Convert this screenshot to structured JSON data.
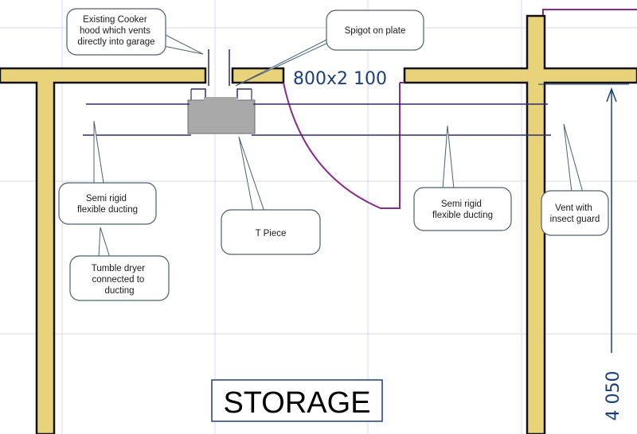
{
  "colors": {
    "wall_fill": "#e8d27a",
    "wall_stroke": "#111111",
    "grid": "#d8d8ee",
    "duct_line": "#2c2c6e",
    "door": "#8a2a8a",
    "dimension": "#1a3f7a",
    "tpiece": "#a9a9a9",
    "callout_border": "#4a6070"
  },
  "callouts": {
    "cooker_hood": "Existing Cooker hood which vents directly into garage",
    "spigot": "Spigot on plate",
    "semi_rigid_left": "Semi rigid flexible ducting",
    "tumble_dryer": "Tumble dryer connected to ducting",
    "t_piece": "T Piece",
    "semi_rigid_right": "Semi rigid flexible ducting",
    "vent": "Vent with insect guard"
  },
  "dimensions": {
    "door_size": "800x2 100",
    "height": "4 050"
  },
  "room": {
    "label": "STORAGE"
  }
}
